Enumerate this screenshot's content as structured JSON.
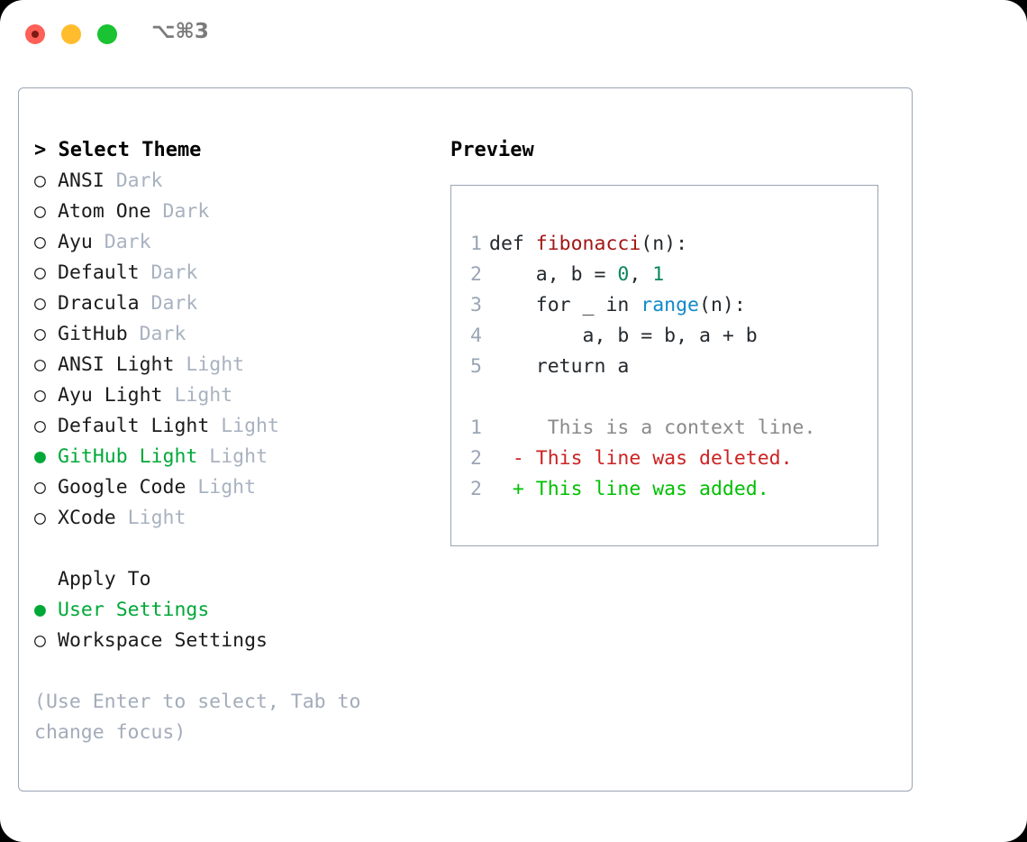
{
  "titlebar": {
    "shortcut": "⌥⌘3",
    "buttons": [
      {
        "name": "close",
        "color": "#ff6058"
      },
      {
        "name": "minimize",
        "color": "#ffbd2e"
      },
      {
        "name": "zoom",
        "color": "#19c332"
      }
    ]
  },
  "colors": {
    "selected_green": "#00a838",
    "tag_gray": "#a8b2c0",
    "hint_gray": "#a3acba",
    "border": "#9aa5b4",
    "diff_add": "#00c000",
    "diff_del": "#cc2222",
    "diff_ctx": "#8a8a8a",
    "fn_red": "#a31515",
    "num_teal": "#098658",
    "builtin_blue": "#1189c9"
  },
  "theme_list": {
    "header": "> Select Theme",
    "marker_unselected": "○",
    "marker_selected": "●",
    "items": [
      {
        "marker": "○",
        "label": "ANSI",
        "tag": "Dark",
        "selected": false
      },
      {
        "marker": "○",
        "label": "Atom One",
        "tag": "Dark",
        "selected": false
      },
      {
        "marker": "○",
        "label": "Ayu",
        "tag": "Dark",
        "selected": false
      },
      {
        "marker": "○",
        "label": "Default",
        "tag": "Dark",
        "selected": false
      },
      {
        "marker": "○",
        "label": "Dracula",
        "tag": "Dark",
        "selected": false
      },
      {
        "marker": "○",
        "label": "GitHub",
        "tag": "Dark",
        "selected": false
      },
      {
        "marker": "○",
        "label": "ANSI Light",
        "tag": "Light",
        "selected": false
      },
      {
        "marker": "○",
        "label": "Ayu Light",
        "tag": "Light",
        "selected": false
      },
      {
        "marker": "○",
        "label": "Default Light",
        "tag": "Light",
        "selected": false
      },
      {
        "marker": "●",
        "label": "GitHub Light",
        "tag": "Light",
        "selected": true
      },
      {
        "marker": "○",
        "label": "Google Code",
        "tag": "Light",
        "selected": false
      },
      {
        "marker": "○",
        "label": "XCode",
        "tag": "Light",
        "selected": false
      }
    ]
  },
  "apply_to": {
    "header": "Apply To",
    "items": [
      {
        "marker": "●",
        "label": "User Settings",
        "selected": true
      },
      {
        "marker": "○",
        "label": "Workspace Settings",
        "selected": false
      }
    ]
  },
  "hint": "(Use Enter to select, Tab to change focus)",
  "preview": {
    "title": "Preview",
    "code_lines": [
      {
        "ln": "1",
        "segments": [
          {
            "text": "def ",
            "style": "kw"
          },
          {
            "text": "fibonacci",
            "style": "fn"
          },
          {
            "text": "(n):",
            "style": "kw"
          }
        ]
      },
      {
        "ln": "2",
        "segments": [
          {
            "text": "    a, b = ",
            "style": "kw"
          },
          {
            "text": "0",
            "style": "num"
          },
          {
            "text": ", ",
            "style": "kw"
          },
          {
            "text": "1",
            "style": "num"
          }
        ]
      },
      {
        "ln": "3",
        "segments": [
          {
            "text": "    for _ in ",
            "style": "kw"
          },
          {
            "text": "range",
            "style": "builtin"
          },
          {
            "text": "(n):",
            "style": "kw"
          }
        ]
      },
      {
        "ln": "4",
        "segments": [
          {
            "text": "        a, b = b, a + b",
            "style": "kw"
          }
        ]
      },
      {
        "ln": "5",
        "segments": [
          {
            "text": "    return a",
            "style": "kw"
          }
        ]
      }
    ],
    "diff_lines": [
      {
        "ln": "1",
        "marker": " ",
        "text": "  This is a context line.",
        "kind": "ctx"
      },
      {
        "ln": "2",
        "marker": "-",
        "text": " This line was deleted.",
        "kind": "del"
      },
      {
        "ln": "2",
        "marker": "+",
        "text": " This line was added.",
        "kind": "add"
      }
    ]
  }
}
